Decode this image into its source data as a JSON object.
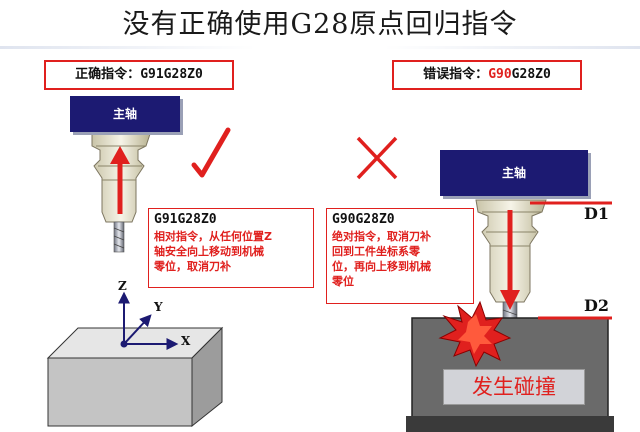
{
  "title": "没有正确使用G28原点回归指令",
  "left": {
    "label_prefix": "正确指令：",
    "label_code": "G91G28Z0",
    "spindle_label": "主轴",
    "note_head": "G91G28Z0",
    "note_lines": [
      "相对指令，从任何位置Z",
      "轴安全向上移动到机械",
      "零位，取消刀补"
    ],
    "axis_z": "Z",
    "axis_y": "Y",
    "axis_x": "X"
  },
  "right": {
    "label_prefix": "错误指令：",
    "label_code_highlight": "G90",
    "label_code_rest": "G28Z0",
    "spindle_label": "主轴",
    "note_head": "G90G28Z0",
    "note_lines": [
      "绝对指令，取消刀补",
      "回到工件坐标系零",
      "位，再向上移到机械",
      "零位"
    ],
    "d1": "D1",
    "d2": "D2",
    "collision": "发生碰撞"
  },
  "colors": {
    "accent_red": "#e0201e",
    "spindle_navy": "#1c1a72",
    "check": "#e0201e"
  },
  "icons": {
    "correct": "check-mark-icon",
    "wrong": "cross-mark-icon"
  }
}
